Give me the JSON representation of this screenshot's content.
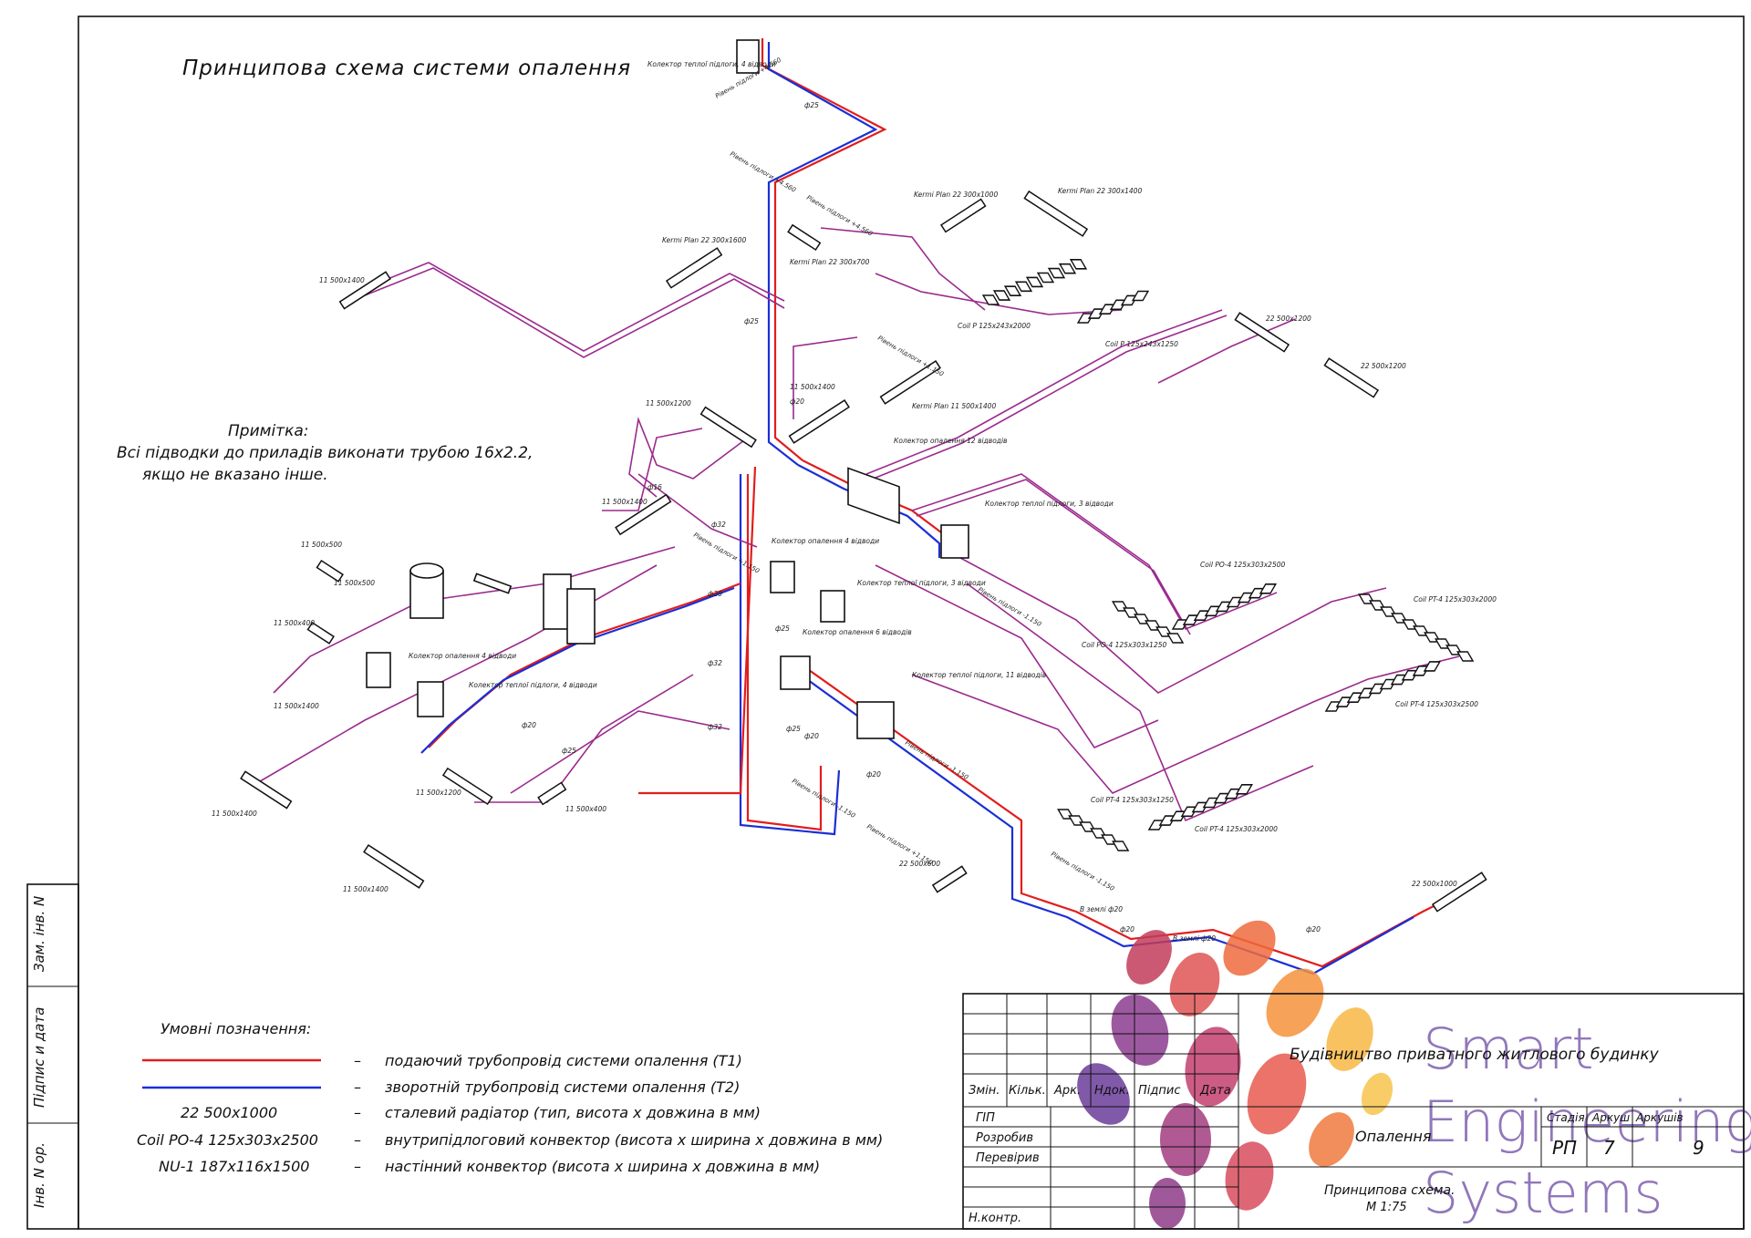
{
  "title": "Принципова схема системи опалення",
  "note": {
    "heading": "Примітка:",
    "line1": "Всі підводки до приладів виконати трубою 16х2.2,",
    "line2": "якщо не вказано інше."
  },
  "legend": {
    "heading": "Умовні позначення:",
    "items": [
      {
        "symbol": "",
        "dash": "–",
        "text": "подаючий трубопровід системи опалення (Т1)",
        "color": "#e21d1d"
      },
      {
        "symbol": "",
        "dash": "–",
        "text": "зворотній трубопровід системи опалення (Т2)",
        "color": "#1b2fd6"
      },
      {
        "symbol": "22 500х1000",
        "dash": "–",
        "text": "сталевий радіатор (тип, висота х довжина в мм)"
      },
      {
        "symbol": "Coil PO-4 125х303х2500",
        "dash": "–",
        "text": "внутрипідлоговий конвектор (висота х ширина х довжина в мм)"
      },
      {
        "symbol": "NU-1 187х116х1500",
        "dash": "–",
        "text": "настінний конвектор (висота х ширина х довжина в мм)"
      }
    ]
  },
  "side_stamp": [
    "Зам. інв. N",
    "Підпис и дата",
    "Інв. N ор."
  ],
  "title_block": {
    "columns": [
      "Змін.",
      "Кільк.",
      "Арк.",
      "Ндок.",
      "Підпис",
      "Дата"
    ],
    "rows": [
      "ГІП",
      "Розробив",
      "Перевірив",
      "Н.контр."
    ],
    "project": "Будівництво приватного житлового будинку",
    "section": "Опалення",
    "sheet_title": "Принципова схема.",
    "scale": "М 1:75",
    "stage_label": "Стадія",
    "stage": "РП",
    "sheet_label": "Аркуш",
    "sheet": "7",
    "sheets_label": "Аркушів",
    "sheets": "9"
  },
  "watermark": [
    "Smart",
    "Engineering",
    "Systems"
  ],
  "colors": {
    "supply": "#e21d1d",
    "return": "#1b2fd6",
    "brand": "#7e5fae"
  },
  "labels": {
    "radiators": [
      "11 500х1400",
      "11 500х1200",
      "11 500х1400",
      "11 500х1400",
      "11 500х500",
      "11 500х500",
      "11 500х400",
      "11 500х1400",
      "11 500х1200",
      "11 500х400",
      "11 500х1400",
      "11 500х1400",
      "22 500х1200",
      "22 500х1200",
      "22 500х600",
      "22 500х1000"
    ],
    "kermi": [
      "Kermi Plan 22 300х1400",
      "Kermi Plan 22 300х1600",
      "Kermi Plan 22 300х1000",
      "Kermi Plan 22 300х700",
      "Kermi Plan 11 500х1400"
    ],
    "convectors": [
      "Coil P 125х243х2000",
      "Coil P 125х243х1250",
      "Coil PO-4 125х303х2500",
      "Coil PO-4 125х303х1250",
      "Coil PT-4 125х303х2000",
      "Coil PT-4 125х303х2500",
      "Coil PT-4 125х303х1250",
      "Coil PT-4 125х303х2000"
    ],
    "collectors": [
      "Колектор теплої підлоги, 4 відводи",
      "Колектор опалення 12 відводів",
      "Колектор теплої підлоги, 3 відводи",
      "Колектор опалення 4 відводи",
      "Колектор теплої підлоги, 3 відводи",
      "Колектор опалення 6 відводів",
      "Колектор теплої підлоги, 11 відводів",
      "Колектор опалення 4 відводи",
      "Колектор теплої підлоги, 4 відводи"
    ],
    "pipes": [
      "ф25",
      "ф25",
      "ф20",
      "ф16",
      "ф32",
      "ф20",
      "ф25",
      "ф32",
      "ф20",
      "ф25",
      "ф32",
      "ф25",
      "ф20",
      "ф20",
      "ф20",
      "ф20"
    ],
    "levels": [
      "Рівень підлоги +4.560",
      "Рівень підлоги +4.560",
      "Рівень підлоги +4.560",
      "Рівень підлоги +1.150",
      "Рівень підлоги +1.150",
      "Рівень підлоги -1.150",
      "Рівень підлоги -1.150",
      "Рівень підлоги -1.150",
      "Рівень підлоги +1.150",
      "Рівень підлоги -1.150"
    ],
    "ground": [
      "В землі ф20",
      "В землі ф20"
    ]
  }
}
